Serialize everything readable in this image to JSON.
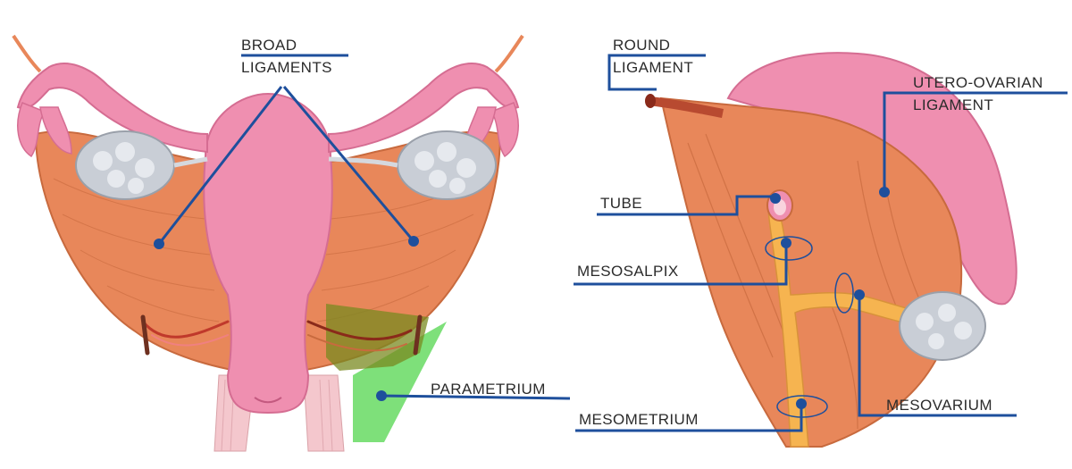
{
  "labels": {
    "broad_ligaments_line1": "BROAD",
    "broad_ligaments_line2": "LIGAMENTS",
    "parametrium": "PARAMETRIUM",
    "round_ligament_line1": "ROUND",
    "round_ligament_line2": "LIGAMENT",
    "utero_ovarian_line1": "UTERO-OVARIAN",
    "utero_ovarian_line2": "LIGAMENT",
    "tube": "TUBE",
    "mesosalpix": "MESOSALPIX",
    "mesovarium": "MESOVARIUM",
    "mesometrium": "MESOMETRIUM"
  },
  "colors": {
    "leader": "#1e4f9c",
    "uterus_pink": "#ef8fb0",
    "ligament_orange": "#e8875a",
    "ligament_dark": "#c86a3e",
    "ovary_gray": "#c9ced6",
    "parametrium_green": "#7ee07a",
    "parametrium_olive": "#7a8a20",
    "yellow_fold": "#f6b450",
    "label_text": "#2b2b2b"
  }
}
